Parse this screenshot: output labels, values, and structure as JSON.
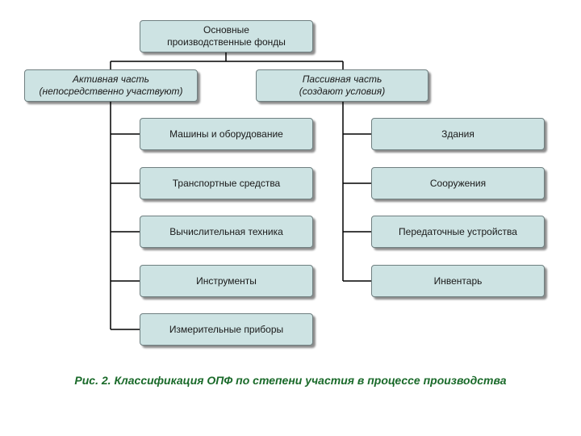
{
  "root": {
    "label": "Основные\nпроизводственные фонды"
  },
  "active": {
    "label": "Активная часть\n(непосредственно участвуют)",
    "items": [
      "Машины и оборудование",
      "Транспортные средства",
      "Вычислительная техника",
      "Инструменты",
      "Измерительные приборы"
    ]
  },
  "passive": {
    "label": "Пассивная часть\n(создают условия)",
    "items": [
      "Здания",
      "Сооружения",
      "Передаточные устройства",
      "Инвентарь"
    ]
  },
  "caption": "Рис. 2. Классификация ОПФ по степени участия в процессе производства"
}
